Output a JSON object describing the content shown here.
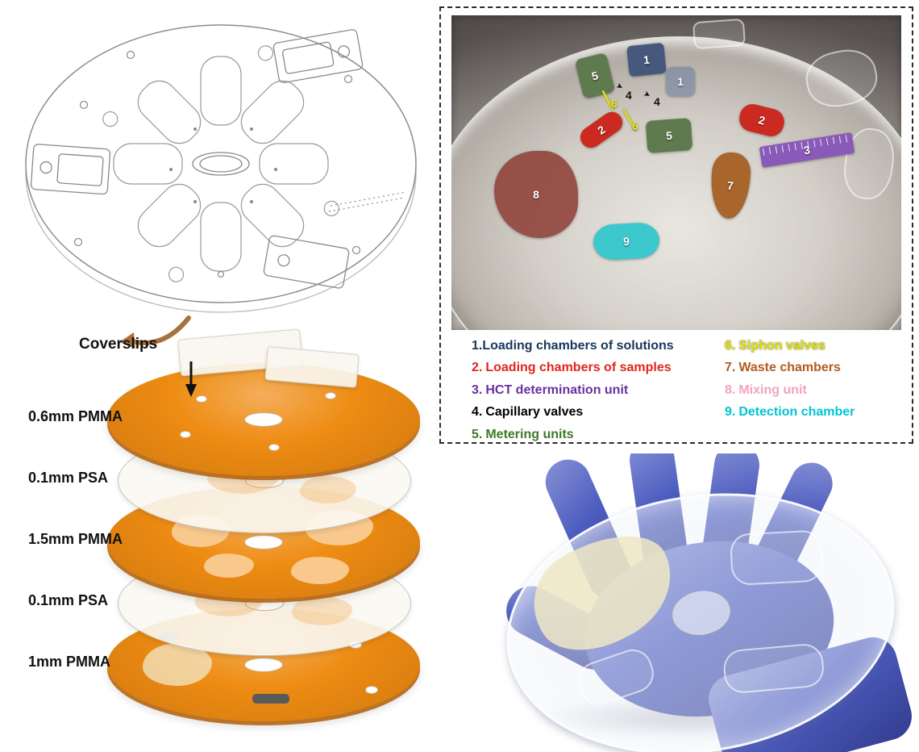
{
  "colors": {
    "pmma_orange": "#ee8c13",
    "psa_film": "rgba(250,248,243,0.9)",
    "glove_blue": "#4d5cc0",
    "siphon_yellow": "#d8d820",
    "arrow_brown": "#a9713e"
  },
  "stack": {
    "coverslips_label": "Coverslips",
    "layers": [
      {
        "label": "0.6mm PMMA"
      },
      {
        "label": "0.1mm PSA"
      },
      {
        "label": "1.5mm PMMA"
      },
      {
        "label": "0.1mm PSA"
      },
      {
        "label": "1mm PMMA"
      }
    ]
  },
  "photo": {
    "regions": [
      {
        "n": "5",
        "color": "#5f7a4e"
      },
      {
        "n": "1",
        "color": "#46597d"
      },
      {
        "n": "1",
        "color": "rgba(108,126,160,0.6)"
      },
      {
        "n": "2",
        "color": "#cb2a20"
      },
      {
        "n": "5",
        "color": "#5f7a4e"
      },
      {
        "n": "2",
        "color": "#cb2a20"
      },
      {
        "n": "3",
        "color": "#8a5ab8"
      },
      {
        "n": "7",
        "color": "#a8652c"
      },
      {
        "n": "8",
        "color": "rgba(142,64,56,0.88)"
      },
      {
        "n": "9",
        "color": "#3cc8cc"
      }
    ],
    "floaters": [
      {
        "n": "4",
        "color": "#111111"
      },
      {
        "n": "4",
        "color": "#111111"
      },
      {
        "n": "6",
        "color": "#e6e62a"
      },
      {
        "n": "6",
        "color": "#e6e62a"
      }
    ]
  },
  "icons": {
    "pointer_arrow": "➤"
  },
  "legend": {
    "left": [
      {
        "num": "1.",
        "label": "Loading chambers of solutions",
        "color": "#17365d"
      },
      {
        "num": "2.",
        "label": "Loading chambers of samples",
        "color": "#e0261c"
      },
      {
        "num": "3.",
        "label": "HCT determination unit",
        "color": "#6a2f9f"
      },
      {
        "num": "4.",
        "label": "Capillary valves",
        "color": "#000000"
      },
      {
        "num": "5.",
        "label": "Metering units",
        "color": "#3f7a28"
      }
    ],
    "right": [
      {
        "num": "6.",
        "label": "Siphon valves",
        "color": "#e3e300"
      },
      {
        "num": "7.",
        "label": "Waste chambers",
        "color": "#b35a1f"
      },
      {
        "num": "8.",
        "label": "Mixing unit",
        "color": "#f2a3bb"
      },
      {
        "num": "9.",
        "label": "Detection chamber",
        "color": "#00c5d5"
      }
    ]
  }
}
